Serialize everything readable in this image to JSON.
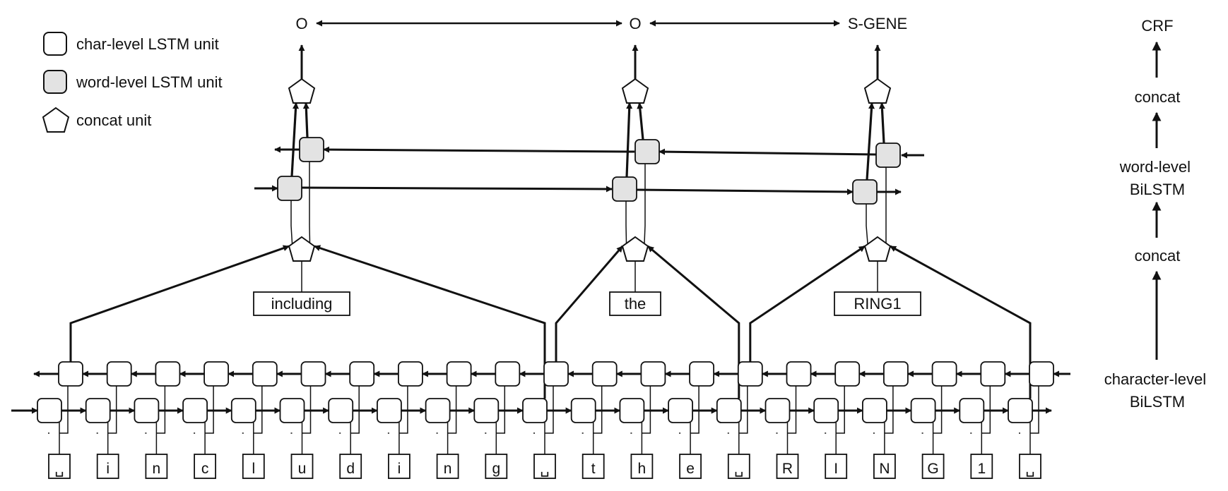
{
  "legend": [
    {
      "id": "char",
      "label": "char-level LSTM unit",
      "shape": "white-rounded-square"
    },
    {
      "id": "word",
      "label": "word-level LSTM unit",
      "shape": "grey-rounded-square"
    },
    {
      "id": "concat",
      "label": "concat unit",
      "shape": "pentagon"
    }
  ],
  "colors": {
    "stroke": "#111111",
    "word_unit_fill": "#e3e3e3",
    "char_unit_fill": "#ffffff"
  },
  "tags": [
    "O",
    "O",
    "S-GENE"
  ],
  "words": [
    "including",
    "the",
    "RING1"
  ],
  "characters": [
    "␣",
    "i",
    "n",
    "c",
    "l",
    "u",
    "d",
    "i",
    "n",
    "g",
    "␣",
    "t",
    "h",
    "e",
    "␣",
    "R",
    "I",
    "N",
    "G",
    "1",
    "␣"
  ],
  "word_spans": [
    [
      0,
      10
    ],
    [
      10,
      14
    ],
    [
      14,
      20
    ]
  ],
  "layers": [
    "CRF",
    "concat",
    "word-level BiLSTM",
    "concat",
    "character-level BiLSTM"
  ]
}
